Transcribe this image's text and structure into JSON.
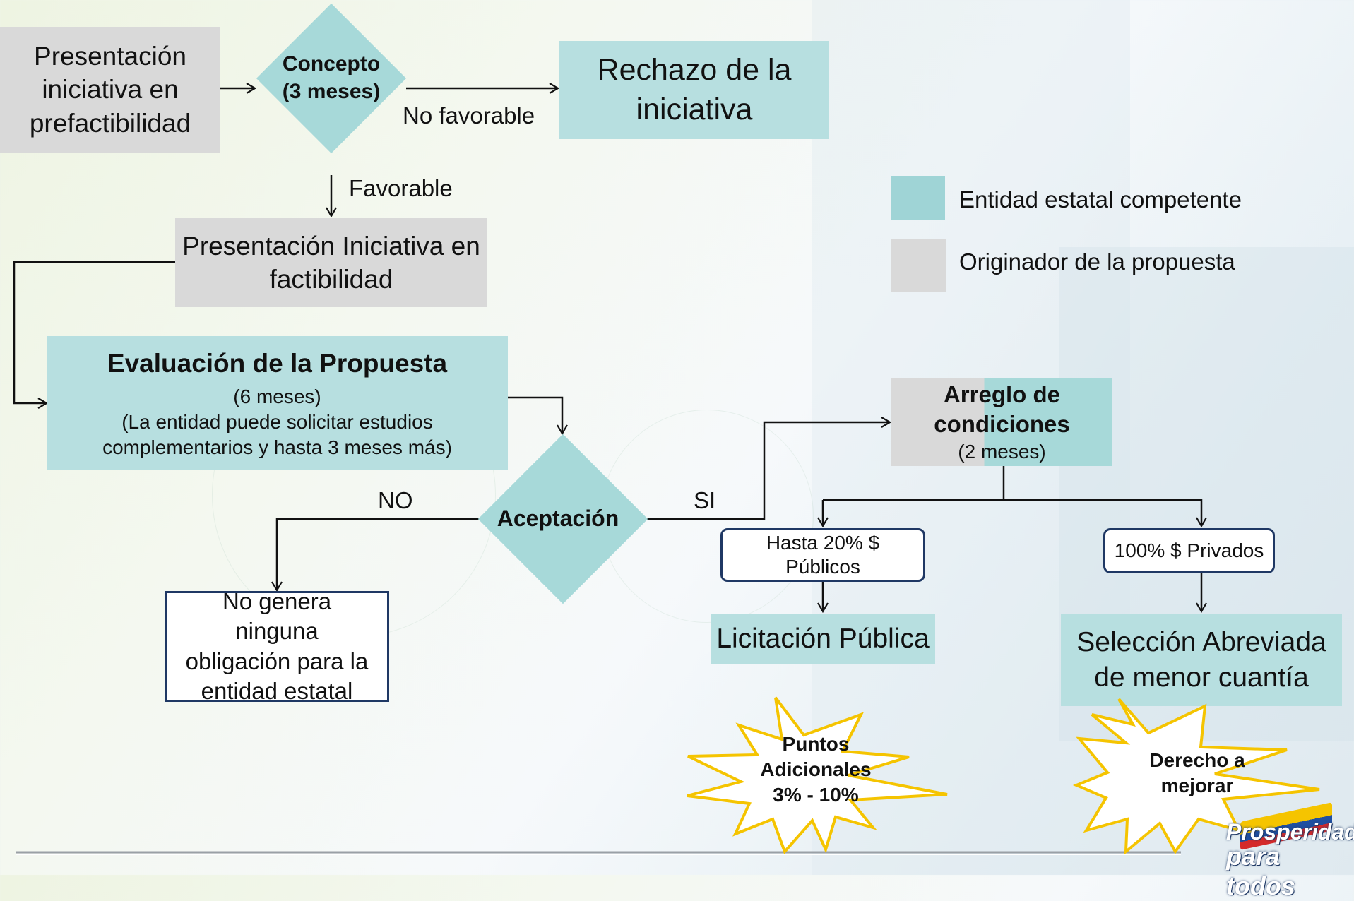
{
  "nodes": {
    "prefactibilidad": "Presentación iniciativa en prefactibilidad",
    "concepto_l1": "Concepto",
    "concepto_l2": "(3 meses)",
    "rechazo": "Rechazo de la iniciativa",
    "factibilidad": "Presentación Iniciativa en factibilidad",
    "evaluacion_title": "Evaluación de la Propuesta",
    "evaluacion_l1": "(6 meses)",
    "evaluacion_l2": "(La entidad puede solicitar estudios complementarios y  hasta 3 meses más)",
    "aceptacion": "Aceptación",
    "no_genera": "No genera ninguna obligación para la entidad estatal",
    "arreglo_title": "Arreglo de condiciones",
    "arreglo_sub": "(2 meses)",
    "hasta20": "Hasta 20% $ Públicos",
    "privados": "100% $ Privados",
    "licitacion": "Licitación Pública",
    "seleccion": "Selección Abreviada de menor cuantía"
  },
  "edge_labels": {
    "no_favorable": "No favorable",
    "favorable": "Favorable",
    "no": "NO",
    "si": "SI"
  },
  "legend": {
    "entidad": "Entidad estatal competente",
    "originador": "Originador de la propuesta",
    "entidad_color": "#9fd4d6",
    "originador_color": "#d9d9d9"
  },
  "stars": {
    "puntos": "Puntos Adicionales 3% - 10%",
    "derecho": "Derecho a mejorar",
    "star_color": "#f5c400"
  },
  "logo": {
    "line1": "Prosperidad",
    "line2": "para todos"
  }
}
